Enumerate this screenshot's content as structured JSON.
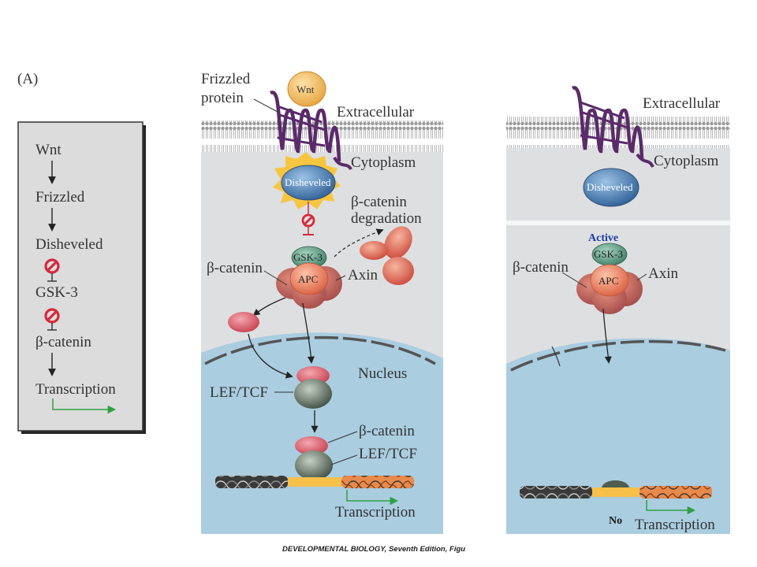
{
  "panel_label": "(A)",
  "pathway": {
    "steps": [
      "Wnt",
      "Frizzled",
      "Disheveled",
      "GSK-3",
      "β-catenin",
      "Transcription"
    ]
  },
  "middle": {
    "frizzled": "Frizzled",
    "protein": "protein",
    "wnt": "Wnt",
    "extracellular": "Extracellular",
    "cytoplasm": "Cytoplasm",
    "disheveled": "Disheveled",
    "beta_catenin_deg_1": "β-catenin",
    "beta_catenin_deg_2": "degradation",
    "gsk3": "GSK-3",
    "apc": "APC",
    "axin": "Axin",
    "beta_catenin": "β-catenin",
    "nucleus": "Nucleus",
    "lef_tcf": "LEF/TCF",
    "beta_catenin_2": "β-catenin",
    "lef_tcf_2": "LEF/TCF",
    "transcription": "Transcription"
  },
  "right": {
    "extracellular": "Extracellular",
    "cytoplasm": "Cytoplasm",
    "disheveled": "Disheveled",
    "active": "Active",
    "gsk3": "GSK-3",
    "apc": "APC",
    "axin": "Axin",
    "beta_catenin": "β-catenin",
    "no": "No",
    "transcription": "Transcription"
  },
  "caption": "DEVELOPMENTAL BIOLOGY, Seventh Edition, Figu",
  "colors": {
    "cytoplasm": "#dedfe0",
    "nucleus": "#aacde0",
    "frizzled": "#5a2a6a",
    "wnt": "#f2c060",
    "disheveled": "#4a80b0",
    "gsk3": "#5f9e86",
    "apc": "#e98a72",
    "beta_catenin": "#d95c6c",
    "lef_tcf": "#5d6e5e",
    "inhibit": "#d42a3a",
    "arrow_green": "#2ea043",
    "active_blue": "#1a3ca8"
  }
}
